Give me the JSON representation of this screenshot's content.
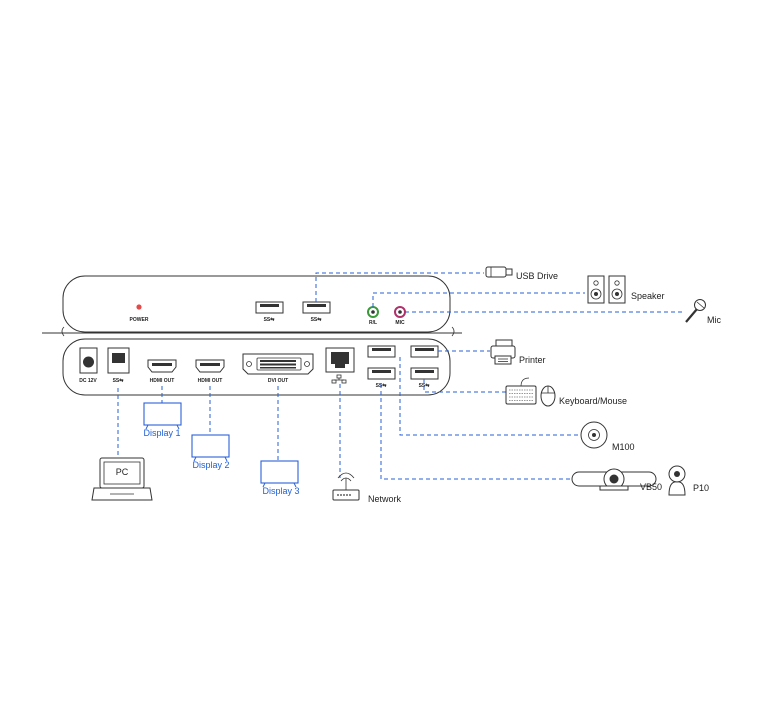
{
  "front_panel": {
    "power_label": "POWER",
    "usb_ports": [
      "SS⇆",
      "SS⇆"
    ],
    "audio_rl_label": "R/L",
    "audio_mic_label": "MIC"
  },
  "rear_panel": {
    "dc_label": "DC 12V",
    "usb_b_label": "SS⇆",
    "hdmi1_label": "HDMI OUT",
    "hdmi2_label": "HDMI OUT",
    "dvi_label": "DVI OUT",
    "usb_group1_label": "SS⇆",
    "usb_group2_label": "SS⇆"
  },
  "devices": {
    "usb_drive": "USB Drive",
    "speaker": "Speaker",
    "mic": "Mic",
    "printer": "Printer",
    "keyboard_mouse": "Keyboard/Mouse",
    "m100": "M100",
    "vb50": "VB50",
    "p10": "P10",
    "network": "Network",
    "pc": "PC",
    "display1": "Display 1",
    "display2": "Display 2",
    "display3": "Display 3"
  },
  "colors": {
    "wire": "#2a62d9",
    "display_text": "#1f5fd6",
    "outline": "#333333",
    "power_led": "#e34b4b",
    "rl_jack": "#3a9a3a",
    "mic_jack": "#b0306a"
  }
}
